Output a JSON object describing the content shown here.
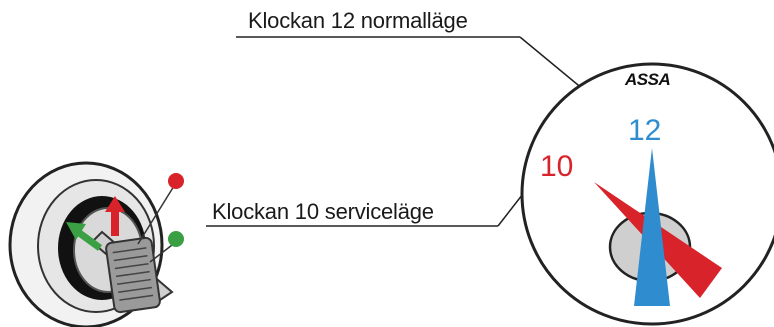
{
  "callouts": {
    "normal_position": "Klockan 12 normalläge",
    "service_position": "Klockan 10 serviceläge"
  },
  "dial": {
    "brand": "ASSA",
    "mark_12": "12",
    "mark_10": "10"
  },
  "colors": {
    "normal_blue": "#2e8ccf",
    "service_red": "#d8232a",
    "key_green": "#3aa043",
    "key_red_arrow": "#d8232a"
  },
  "icons": {
    "lock_cylinder": "key-in-lock-icon",
    "red_indicator": "red-dot-icon",
    "green_indicator": "green-dot-icon"
  }
}
